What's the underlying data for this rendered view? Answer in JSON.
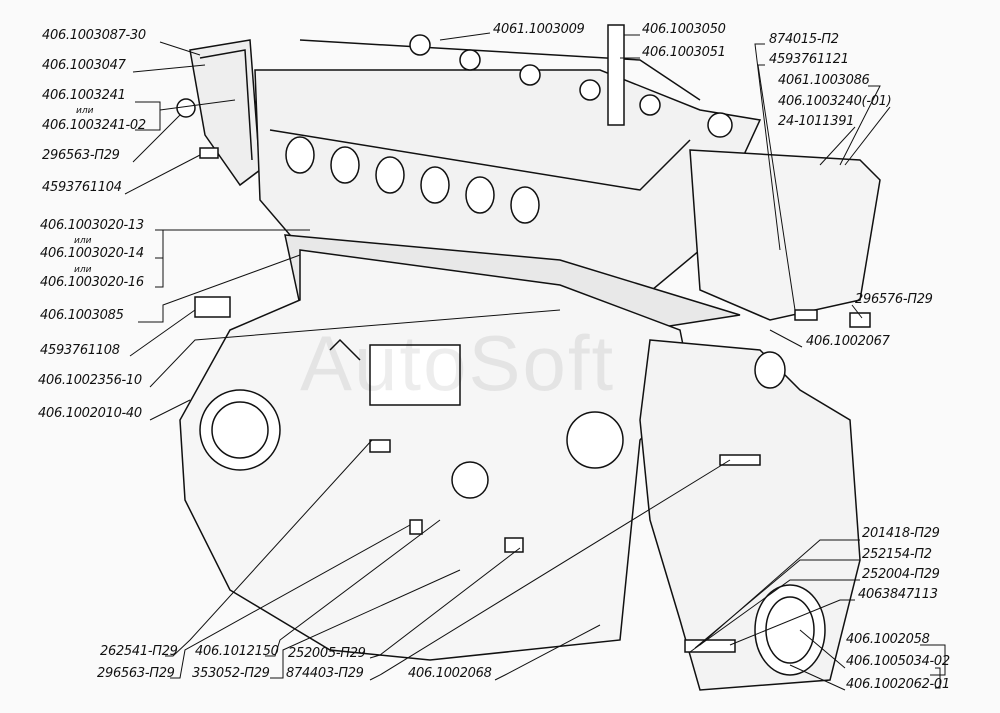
{
  "watermark": "AutoSoft",
  "or_word": "или",
  "labels": [
    "406.1003087-30",
    "406.1003047",
    "406.1003241",
    "406.1003241-02",
    "296563-П29",
    "4593761104",
    "406.1003020-13",
    "406.1003020-14",
    "406.1003020-16",
    "406.1003085",
    "4593761108",
    "406.1002356-10",
    "406.1002010-40",
    "4061.1003009",
    "406.1003050",
    "406.1003051",
    "874015-П2",
    "4593761121",
    "4061.1003086",
    "406.1003240(-01)",
    "24-1011391",
    "296576-П29",
    "406.1002067",
    "201418-П29",
    "252154-П2",
    "252004-П29",
    "4063847113",
    "406.1002058",
    "406.1005034-02",
    "406.1002062-01",
    "262541-П29",
    "296563-П29",
    "406.1012150",
    "353052-П29",
    "252005-П29",
    "874403-П29",
    "406.1002068"
  ],
  "colors": {
    "line": "#111111",
    "paper": "#fafafa"
  }
}
